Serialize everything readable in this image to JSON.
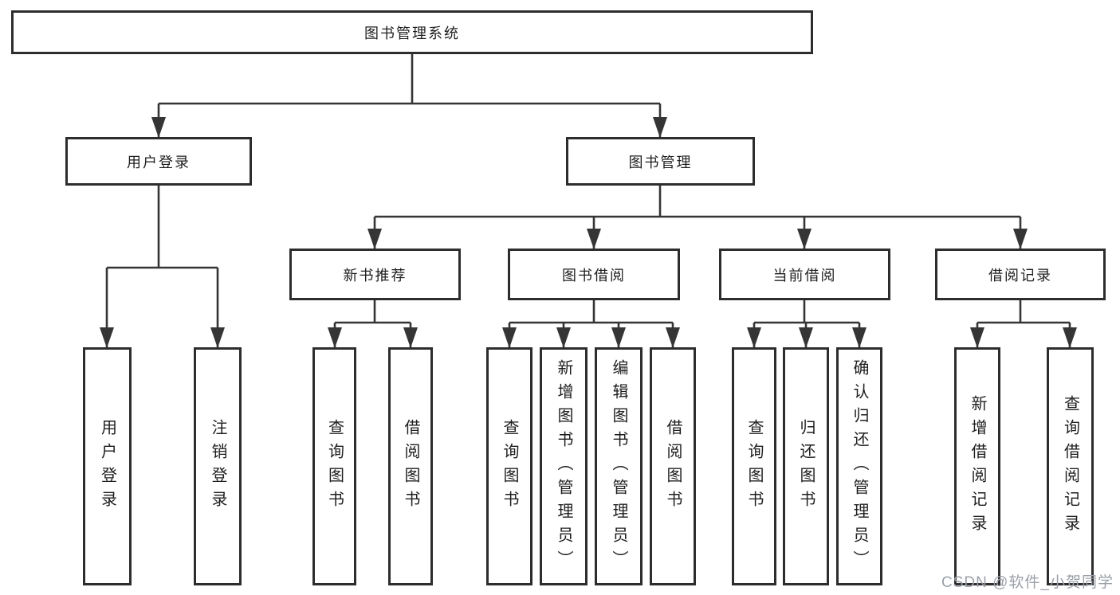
{
  "tree": {
    "label": "图书管理系统",
    "children": [
      {
        "label": "用户登录",
        "children": [
          {
            "label": "用户登录"
          },
          {
            "label": "注销登录"
          }
        ]
      },
      {
        "label": "图书管理",
        "children": [
          {
            "label": "新书推荐",
            "children": [
              {
                "label": "查询图书"
              },
              {
                "label": "借阅图书"
              }
            ]
          },
          {
            "label": "图书借阅",
            "children": [
              {
                "label": "查询图书"
              },
              {
                "label": "新增图书（管理员）"
              },
              {
                "label": "编辑图书（管理员）"
              },
              {
                "label": "借阅图书"
              }
            ]
          },
          {
            "label": "当前借阅",
            "children": [
              {
                "label": "查询图书"
              },
              {
                "label": "归还图书"
              },
              {
                "label": "确认归还（管理员）"
              }
            ]
          },
          {
            "label": "借阅记录",
            "children": [
              {
                "label": "新增借阅记录"
              },
              {
                "label": "查询借阅记录"
              }
            ]
          }
        ]
      }
    ]
  },
  "watermark": {
    "text": "CSDN @软件_小贺同学"
  },
  "colors": {
    "background": "#ffffff",
    "line": "#353535",
    "box_border": "#2d2d2d",
    "text": "#1e1e1e",
    "watermark": "#9ba0a8"
  }
}
